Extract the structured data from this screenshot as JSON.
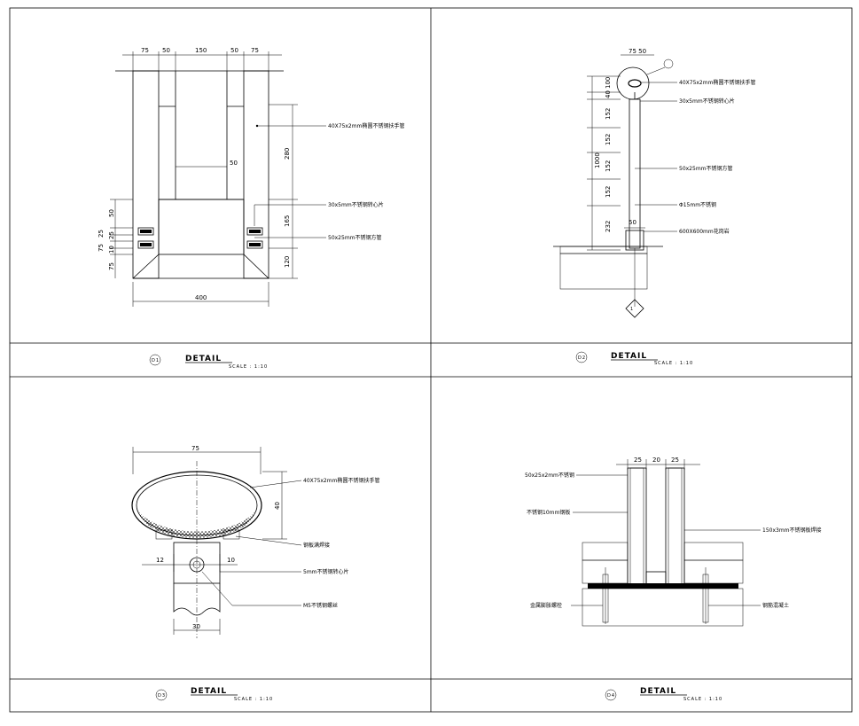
{
  "panels": [
    {
      "title": "DETAIL",
      "scale": "SCALE : 1:10",
      "dims_top": [
        "75",
        "50",
        "150",
        "50",
        "75"
      ],
      "dim_mid": "50",
      "dims_left": [
        "50",
        "25",
        "25",
        "75",
        "10",
        "75"
      ],
      "dims_right": [
        "280",
        "165",
        "120"
      ],
      "dim_bottom": "400",
      "labels": [
        "40X75x2mm椭圆不锈钢扶手管",
        "30x5mm不锈钢转心片",
        "50x25mm不锈钢方管"
      ]
    },
    {
      "title": "DETAIL",
      "scale": "SCALE : 1:10",
      "dim_top": "75 50",
      "dims_left": [
        "100",
        "40",
        "152",
        "152",
        "152",
        "152",
        "232"
      ],
      "dim_total": "1000",
      "dim_base": "50",
      "labels": [
        "40X75x2mm椭圆不锈钢扶手管",
        "30x5mm不锈钢转心片",
        "50x25mm不锈钢方管",
        "Φ15mm不锈钢",
        "600X600mm花岗岩"
      ]
    },
    {
      "title": "DETAIL",
      "scale": "SCALE : 1:10",
      "dim_top": "75",
      "dim_right": "40",
      "dim_left": "12",
      "dim_mid": "10",
      "dim_bottom": "30",
      "labels": [
        "40X75x2mm椭圆不锈钢扶手管",
        "钢板满焊接",
        "5mm不锈钢转心片",
        "M5不锈钢螺丝"
      ]
    },
    {
      "title": "DETAIL",
      "scale": "SCALE : 1:10",
      "dims_top": [
        "25",
        "20",
        "25"
      ],
      "labels": [
        "50x25x2mm不锈钢",
        "不锈钢10mm钢板",
        "金属膨胀螺栓",
        "150x3mm不锈钢板焊接",
        "钢筋混凝土"
      ]
    }
  ]
}
